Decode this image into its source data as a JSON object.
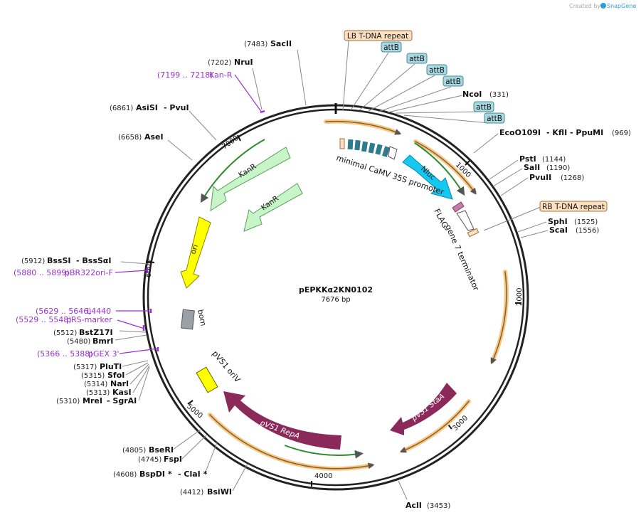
{
  "watermark": "Created by",
  "brand": "SnapGene",
  "plasmid": {
    "name": "pEPKKα2KN0102",
    "length": "7676 bp"
  },
  "ticks": [
    "1000",
    "2000",
    "3000",
    "4000",
    "5000",
    "6000",
    "7000"
  ],
  "enzymes": [
    {
      "pos": "(7483)",
      "name": "SacII"
    },
    {
      "pos": "(7202)",
      "name": "NruI"
    },
    {
      "pos": "(6861)",
      "name": "AsiSI",
      "extra": "- PvuI"
    },
    {
      "pos": "(6658)",
      "name": "AseI"
    },
    {
      "pos": "(331)",
      "name": "NcoI"
    },
    {
      "pos": "(969)",
      "name": "EcoO109I",
      "extra": "- KflI - PpuMI"
    },
    {
      "pos": "(1144)",
      "name": "PstI"
    },
    {
      "pos": "(1190)",
      "name": "SalI"
    },
    {
      "pos": "(1268)",
      "name": "PvuII"
    },
    {
      "pos": "(1525)",
      "name": "SphI"
    },
    {
      "pos": "(1556)",
      "name": "ScaI"
    },
    {
      "pos": "(5912)",
      "name": "BssSI",
      "extra": "- BssSαI"
    },
    {
      "pos": "(5512)",
      "name": "BstZ17I"
    },
    {
      "pos": "(5480)",
      "name": "BmrI"
    },
    {
      "pos": "(5317)",
      "name": "PluTI"
    },
    {
      "pos": "(5315)",
      "name": "SfoI"
    },
    {
      "pos": "(5314)",
      "name": "NarI"
    },
    {
      "pos": "(5313)",
      "name": "KasI"
    },
    {
      "pos": "(5310)",
      "name": "MreI",
      "extra": "- SgrAI"
    },
    {
      "pos": "(4805)",
      "name": "BseRI"
    },
    {
      "pos": "(4745)",
      "name": "FspI"
    },
    {
      "pos": "(4608)",
      "name": "BspDI *",
      "extra": "- ClaI *"
    },
    {
      "pos": "(4412)",
      "name": "BsiWI"
    },
    {
      "pos": "(3453)",
      "name": "AclI"
    }
  ],
  "primers": [
    {
      "range": "(7199 .. 7218)",
      "name": "Kan-R"
    },
    {
      "range": "(5880 .. 5899)",
      "name": "pBR322ori-F"
    },
    {
      "range": "(5629 .. 5646)",
      "name": "L4440"
    },
    {
      "range": "(5529 .. 5548)",
      "name": "pRS-marker"
    },
    {
      "range": "(5366 .. 5388)",
      "name": "pGEX 3'"
    }
  ],
  "boxes": {
    "lb": "LB T-DNA repeat",
    "rb": "RB T-DNA repeat",
    "attb": [
      "attB",
      "attB",
      "attB",
      "attB",
      "attB",
      "attB"
    ]
  },
  "features": {
    "promoter": "minimal CaMV 35S promoter",
    "nluc": "Nluc",
    "flag": "FLAG",
    "terminator": "gene 7 terminator",
    "kanr1": "KanR",
    "kanr2": "KanR",
    "ori": "ori",
    "bom": "bom",
    "orv": "pVS1 oriV",
    "repa": "pVS1 RepA",
    "staa": "pVS1 StaA"
  },
  "colors": {
    "kanr": "#c8f5c8",
    "ori": "#ffff00",
    "nluc": "#14c8f0",
    "pvs1": "#8b2a5a",
    "bom": "#9aa0a8",
    "attb": "#a8d8e0",
    "tdna": "#fde0c0",
    "primer": "#9b30d9"
  }
}
